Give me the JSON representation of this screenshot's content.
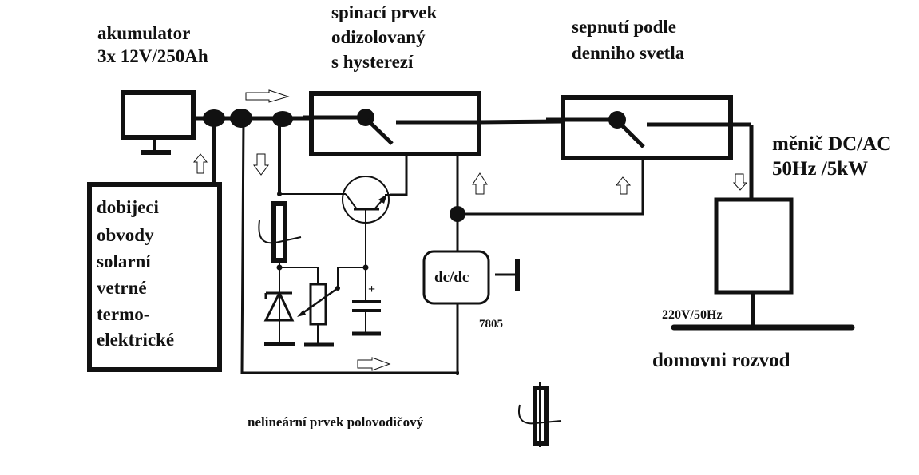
{
  "labels": {
    "battery_title": "akumulator",
    "battery_spec": "3x 12V/250Ah",
    "switch_title_line1": "spinací prvek",
    "switch_title_line2": "odizolovaný",
    "switch_title_line3": "s hysterezí",
    "daylight_line1": "sepnutí podle",
    "daylight_line2": "denniho svetla",
    "inverter_line1": "měnič DC/AC",
    "inverter_line2": "50Hz /5kW",
    "charging_lines": [
      "dobijeci",
      "obvody",
      "solarní",
      "vetrné",
      "termo-",
      "elektrické"
    ],
    "dcdc": "dc/dc",
    "regulator": "7805",
    "mains_voltage": "220V/50Hz",
    "house_distribution": "domovni rozvod",
    "legend_nonlinear": "nelineární prvek polovodičový",
    "capacitor_plus": "+"
  },
  "colors": {
    "ink": "#111111",
    "background": "#ffffff"
  }
}
